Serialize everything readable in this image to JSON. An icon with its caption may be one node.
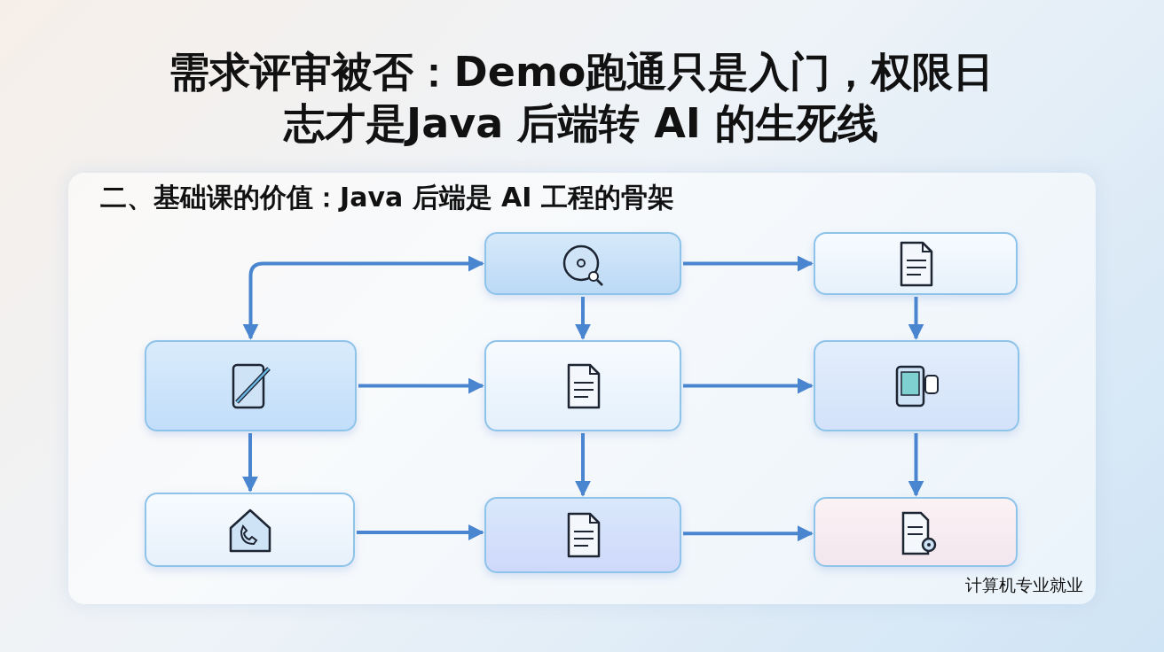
{
  "diagram": {
    "title": "需求评审被否：Demo跑通只是入门，权限日志才是Java 后端转 AI 的生死线",
    "nodes": [
      {
        "text": [
          "二、基础课的价值：Java 后端是 AI 工程的骨架"
        ]
      },
      {
        "text": [],
        "shape": "box",
        "in": 0
      },
      {
        "text": [],
        "shape": "box",
        "in": 0
      },
      {
        "text": [],
        "shape": "box",
        "in": 0
      },
      {
        "text": [],
        "shape": "box",
        "in": 0
      },
      {
        "text": [],
        "shape": "box",
        "in": 0
      },
      {
        "text": [],
        "shape": "box",
        "in": 0
      },
      {
        "text": [],
        "shape": "box",
        "in": 0
      },
      {
        "text": [],
        "shape": "box",
        "in": 0
      }
    ],
    "edges": [
      {
        "from": 3,
        "to": 1,
        "arrow": "both"
      },
      {
        "from": 1,
        "to": 2,
        "arrow": "to"
      },
      {
        "from": 1,
        "to": 4,
        "arrow": "to"
      },
      {
        "from": 2,
        "to": 5,
        "arrow": "to"
      },
      {
        "from": 3,
        "to": 4,
        "arrow": "to"
      },
      {
        "from": 4,
        "to": 5,
        "arrow": "to"
      },
      {
        "from": 3,
        "to": 6,
        "arrow": "to"
      },
      {
        "from": 4,
        "to": 7,
        "arrow": "to"
      },
      {
        "from": 5,
        "to": 8,
        "arrow": "to"
      },
      {
        "from": 6,
        "to": 7,
        "arrow": "to"
      },
      {
        "from": 7,
        "to": 8,
        "arrow": "to"
      }
    ],
    "labels": [
      "计算机专业就业"
    ]
  }
}
